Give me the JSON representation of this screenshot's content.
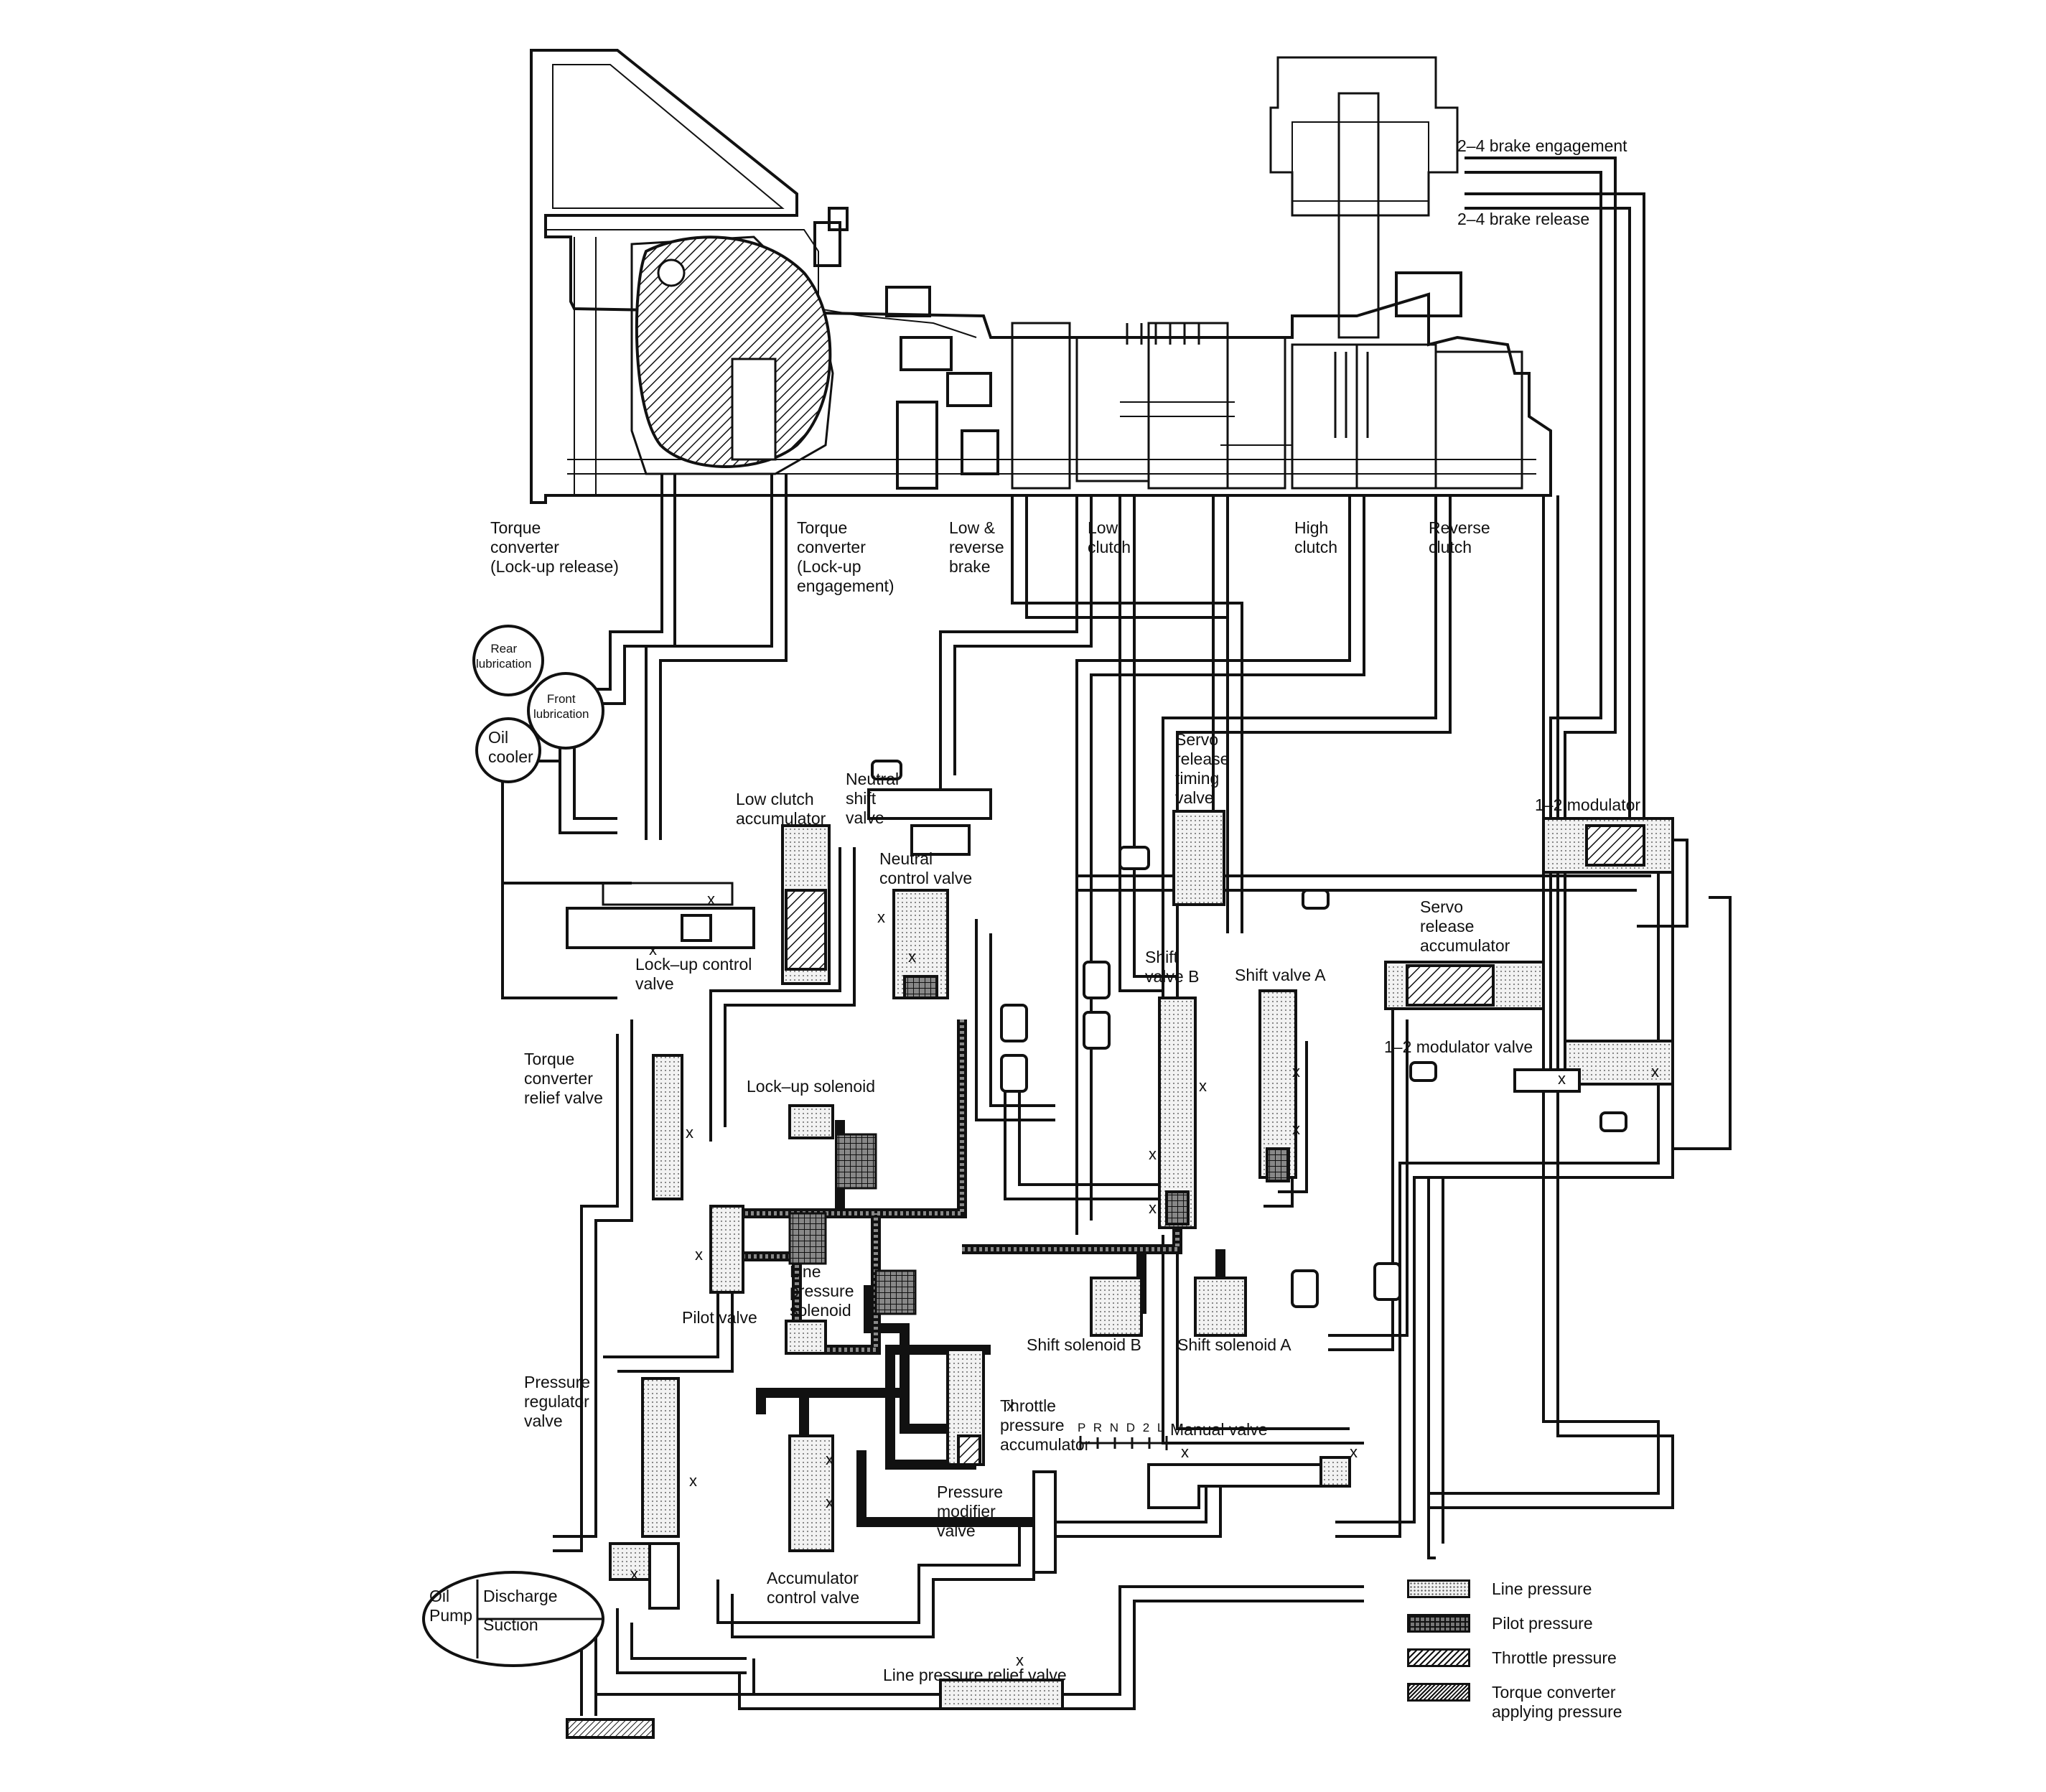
{
  "labels": {
    "brake_engagement": "2–4 brake engagement",
    "brake_release": "2–4 brake release",
    "tc_release": "Torque\nconverter\n(Lock-up release)",
    "tc_engagement": "Torque\nconverter\n(Lock-up\nengagement)",
    "low_reverse_brake": "Low &\nreverse\nbrake",
    "low_clutch": "Low\nclutch",
    "high_clutch": "High\nclutch",
    "reverse_clutch": "Reverse\nclutch",
    "rear_lubrication": "Rear\nlubrication",
    "front_lubrication": "Front\nlubrication",
    "oil_cooler": "Oil\ncooler",
    "low_clutch_accumulator": "Low clutch\naccumulator",
    "neutral_shift_valve": "Neutral\nshift\nvalve",
    "neutral_control_valve": "Neutral\ncontrol valve",
    "servo_release_timing_valve": "Servo\nrelease\ntiming\nvalve",
    "modulator_12": "1–2 modulator",
    "servo_release_accumulator": "Servo\nrelease\naccumulator",
    "lockup_control_valve": "Lock–up control\nvalve",
    "shift_valve_b": "Shift\nvalve B",
    "shift_valve_a": "Shift valve A",
    "modulator_valve_12": "1–2 modulator valve",
    "tc_relief_valve": "Torque\nconverter\nrelief valve",
    "lockup_solenoid": "Lock–up solenoid",
    "line_pressure_solenoid": "Line\npressure\nsolenoid",
    "pilot_valve": "Pilot valve",
    "shift_solenoid_b": "Shift solenoid B",
    "shift_solenoid_a": "Shift solenoid A",
    "pressure_regulator_valve": "Pressure\nregulator\nvalve",
    "throttle_pressure_accumulator": "Throttle\npressure\naccumulator",
    "prndl": "P R N D 2 L",
    "manual_valve": "Manual valve",
    "pressure_modifier_valve": "Pressure\nmodifier\nvalve",
    "accumulator_control_valve": "Accumulator\ncontrol valve",
    "oil_pump": "Oil\nPump",
    "discharge": "Discharge",
    "suction": "Suction",
    "line_pressure_relief_valve": "Line pressure relief valve"
  },
  "legend": [
    {
      "pattern": "line",
      "label": "Line pressure"
    },
    {
      "pattern": "pilot",
      "label": "Pilot pressure"
    },
    {
      "pattern": "throttle",
      "label": "Throttle pressure"
    },
    {
      "pattern": "tc",
      "label": "Torque converter\napplying pressure"
    }
  ],
  "colors": {
    "ink": "#111111",
    "paper": "#ffffff",
    "line_fill": "#e6e6e6",
    "pilot_fill": "#555555"
  }
}
